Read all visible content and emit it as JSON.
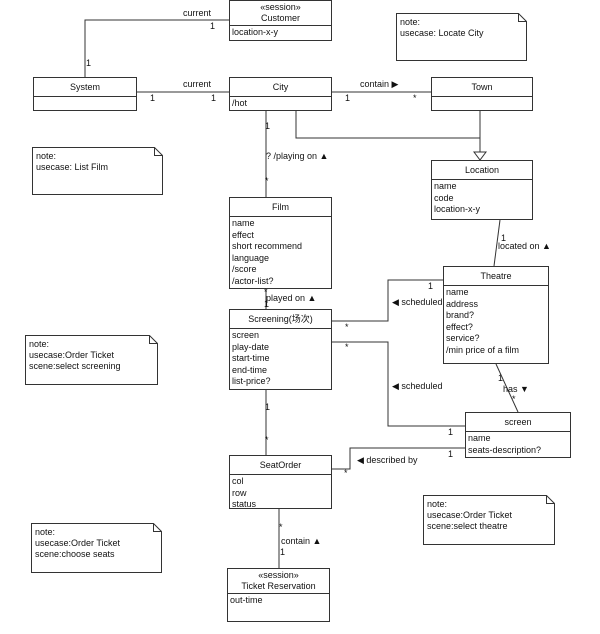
{
  "classes": {
    "customer": {
      "stereotype": "«session»",
      "name": "Customer",
      "attributes": [
        "location-x-y"
      ]
    },
    "system": {
      "name": "System",
      "attributes": []
    },
    "city": {
      "name": "City",
      "attributes": [
        "/hot"
      ]
    },
    "town": {
      "name": "Town",
      "attributes": []
    },
    "location": {
      "name": "Location",
      "attributes": [
        "name",
        "code",
        "location-x-y"
      ]
    },
    "film": {
      "name": "Film",
      "attributes": [
        "name",
        "effect",
        "short recommend",
        "language",
        "/score",
        "/actor-list?"
      ]
    },
    "theatre": {
      "name": "Theatre",
      "attributes": [
        "name",
        "address",
        "brand?",
        "effect?",
        "service?",
        "/min price of a film"
      ]
    },
    "screening": {
      "name": "Screening(场次)",
      "attributes": [
        "screen",
        "play-date",
        "start-time",
        "end-time",
        "list-price?"
      ]
    },
    "screen": {
      "name": "screen",
      "attributes": [
        "name",
        "seats-description?"
      ]
    },
    "seatorder": {
      "name": "SeatOrder",
      "attributes": [
        "col",
        "row",
        "status"
      ]
    },
    "ticket": {
      "stereotype": "«session»",
      "name": "Ticket Reservation",
      "attributes": [
        "out-time"
      ]
    }
  },
  "notes": {
    "locate_city": [
      "note:",
      "usecase: Locate City"
    ],
    "list_film": [
      "note:",
      "usecase: List Film"
    ],
    "order_screening": [
      "note:",
      "usecase:Order Ticket",
      "scene:select screening"
    ],
    "order_seats": [
      "note:",
      "usecase:Order Ticket",
      "scene:choose seats"
    ],
    "order_theatre": [
      "note:",
      "usecase:Order Ticket",
      "scene:select theatre"
    ]
  },
  "labels": {
    "sys_cust_name": "current",
    "sys_cust_m1": "1",
    "sys_cust_m2": "1",
    "sys_city_name": "current",
    "sys_city_m1": "1",
    "sys_city_m2": "1",
    "city_town_name": "contain ▶",
    "city_town_m1": "1",
    "city_town_m2": "*",
    "city_film_name": "? /playing on ▲",
    "city_film_m1": "1",
    "city_film_m2": "*",
    "loc_theatre_name": "located on ▲",
    "loc_theatre_m1": "1",
    "film_screening_name": "played on ▲",
    "film_screening_m1": "*",
    "film_screening_m2": "1",
    "screening_theatre_name": "◀ scheduled",
    "screening_theatre_m1": "*",
    "screening_theatre_m2": "1",
    "screening_screen_name": "◀ scheduled",
    "screening_screen_m1": "*",
    "screening_screen_m2": "1",
    "theatre_screen_name": "has ▼",
    "theatre_screen_m1": "1",
    "theatre_screen_m2": "*",
    "screen_seat_name": "◀ described by",
    "screen_seat_m1": "1",
    "screen_seat_m2": "*",
    "screening_seat_m1": "1",
    "screening_seat_m2": "*",
    "seat_ticket_name": "contain ▲",
    "seat_ticket_m1": "*",
    "seat_ticket_m2": "1"
  }
}
